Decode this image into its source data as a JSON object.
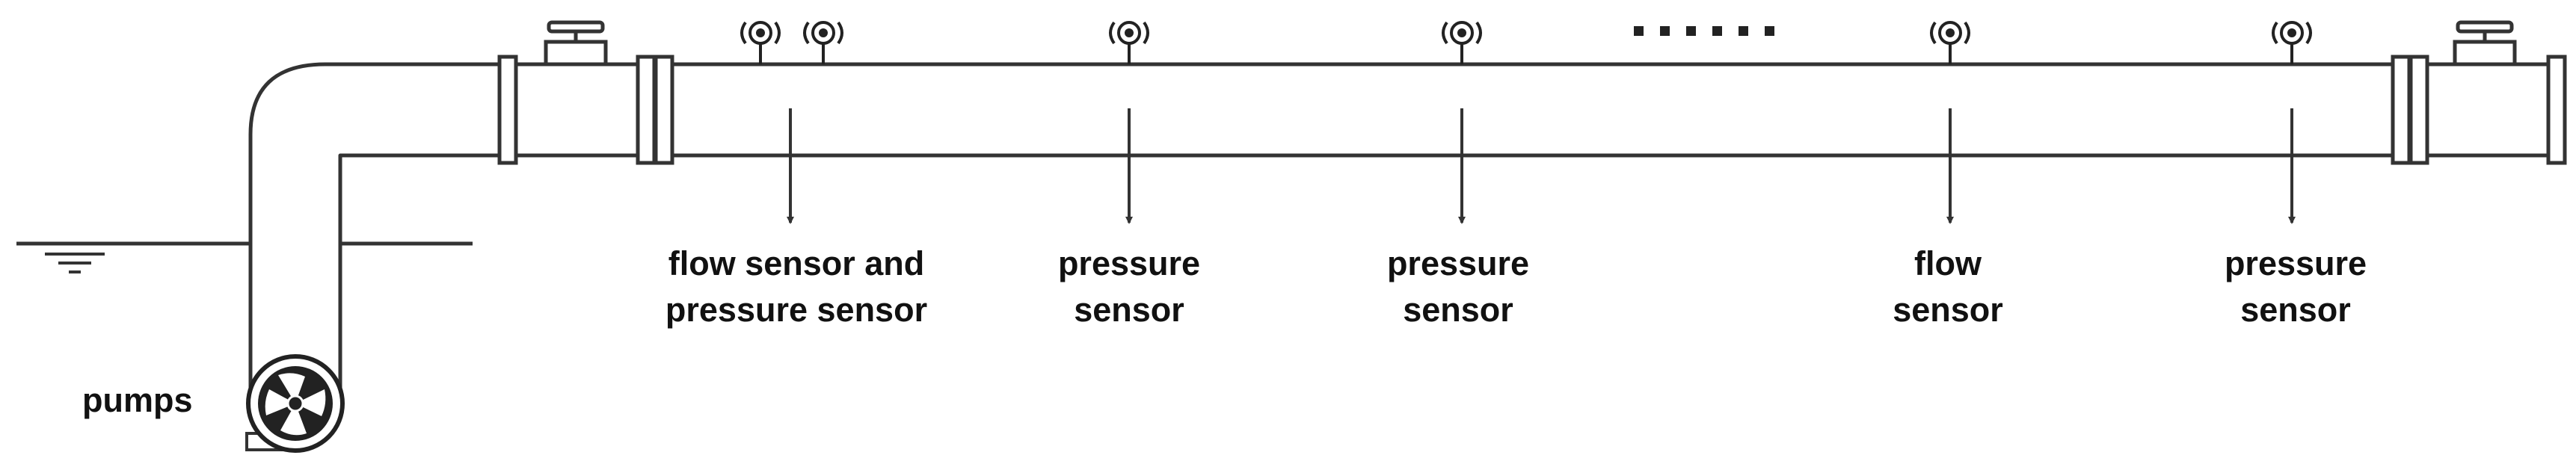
{
  "colors": {
    "line": "#333333",
    "fill": "#ffffff",
    "text": "#111111",
    "icon": "#222222"
  },
  "pump": {
    "label": "pumps",
    "icon": "pump-fan-icon"
  },
  "ellipsis": "......",
  "sensors": [
    {
      "icon": "flow-sensor-icon",
      "line1": "flow sensor and",
      "line2": "pressure sensor"
    },
    {
      "icon": "pressure-sensor-icon",
      "line1": "pressure",
      "line2": "sensor"
    },
    {
      "icon": "pressure-sensor-icon",
      "line1": "pressure",
      "line2": "sensor"
    },
    {
      "icon": "flow-sensor-icon",
      "line1": "flow",
      "line2": "sensor"
    },
    {
      "icon": "pressure-sensor-icon",
      "line1": "pressure",
      "line2": "sensor"
    }
  ]
}
